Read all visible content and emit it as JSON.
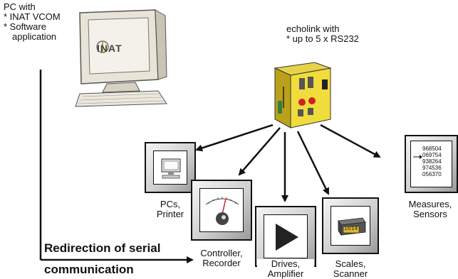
{
  "pc": {
    "lines": [
      "PC with",
      "* INAT VCOM",
      "* Software",
      "application"
    ],
    "screen_logo": "INAT"
  },
  "echolink": {
    "lines": [
      "echolink with",
      "* up to 5 x RS232"
    ]
  },
  "devices": [
    {
      "key": "pcs",
      "lines": [
        "PCs,",
        "Printer"
      ],
      "icon": "monitor-icon"
    },
    {
      "key": "controller",
      "lines": [
        "Controller,",
        "Recorder"
      ],
      "icon": "gauge-icon"
    },
    {
      "key": "drives",
      "lines": [
        "Drives,",
        "Amplifier"
      ],
      "icon": "play-icon"
    },
    {
      "key": "scales",
      "lines": [
        "Scales,",
        "Scanner"
      ],
      "icon": "scale-icon",
      "display": "1014"
    },
    {
      "key": "measures",
      "lines": [
        "Measures,",
        "Sensors"
      ],
      "icon": "measurement-list-icon",
      "readings": [
        "968504",
        "069754",
        "938264",
        "974536",
        "056370"
      ]
    }
  ],
  "caption": {
    "lines": [
      "Redirection of serial",
      "communication"
    ]
  }
}
